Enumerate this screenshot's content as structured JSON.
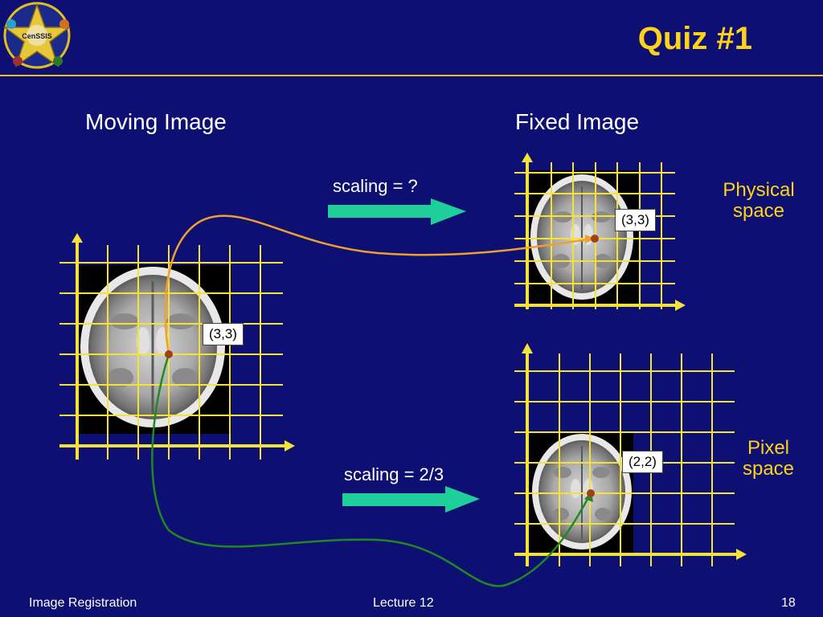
{
  "title": "Quiz #1",
  "logo": {
    "text": "CenSSIS",
    "icon": "censsis-logo"
  },
  "headings": {
    "moving": "Moving Image",
    "fixed": "Fixed Image"
  },
  "labels": {
    "physical": [
      "Physical",
      "space"
    ],
    "pixel": [
      "Pixel",
      "space"
    ]
  },
  "scaling": {
    "top": "scaling = ?",
    "bottom": "scaling = 2/3"
  },
  "coords": {
    "moving": "(3,3)",
    "fixed_physical": "(3,3)",
    "fixed_pixel": "(2,2)"
  },
  "footer": {
    "left": "Image Registration",
    "center": "Lecture 12",
    "right": "18"
  },
  "colors": {
    "background": "#0d0f73",
    "grid": "#f2e23a",
    "accent": "#ffd21a",
    "arrow": "#1fcf9a",
    "curve_physical": "#f0a030",
    "curve_pixel": "#1f8a1f",
    "point": "#a0401a"
  }
}
